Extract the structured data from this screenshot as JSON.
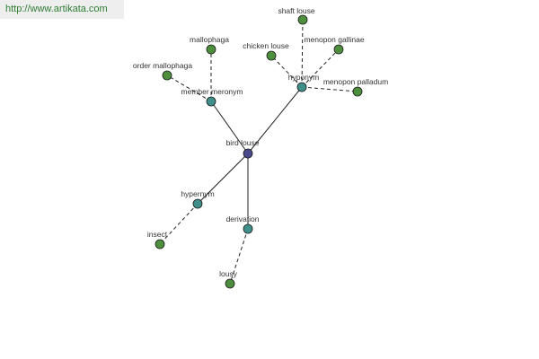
{
  "header": {
    "url": "http://www.artikata.com"
  },
  "colors": {
    "center": "#4a4a8c",
    "relation": "#3f8f8a",
    "leaf": "#4e8f3e",
    "edge": "#222222"
  },
  "graph": {
    "center": {
      "id": "bird-louse",
      "label": "bird louse"
    },
    "relations": [
      {
        "id": "member-meronym",
        "label": "member meronym",
        "leaves": [
          {
            "id": "mallophaga",
            "label": "mallophaga"
          },
          {
            "id": "order-mallophaga",
            "label": "order mallophaga"
          }
        ]
      },
      {
        "id": "hyponym",
        "label": "hyponym",
        "leaves": [
          {
            "id": "shaft-louse",
            "label": "shaft louse"
          },
          {
            "id": "chicken-louse",
            "label": "chicken louse"
          },
          {
            "id": "menopon-gallinae",
            "label": "menopon gallinae"
          },
          {
            "id": "menopon-palladum",
            "label": "menopon palladum"
          }
        ]
      },
      {
        "id": "hypernym",
        "label": "hypernym",
        "leaves": [
          {
            "id": "insect",
            "label": "insect"
          }
        ]
      },
      {
        "id": "derivation",
        "label": "derivation",
        "leaves": [
          {
            "id": "lousy",
            "label": "lousy"
          }
        ]
      }
    ]
  }
}
